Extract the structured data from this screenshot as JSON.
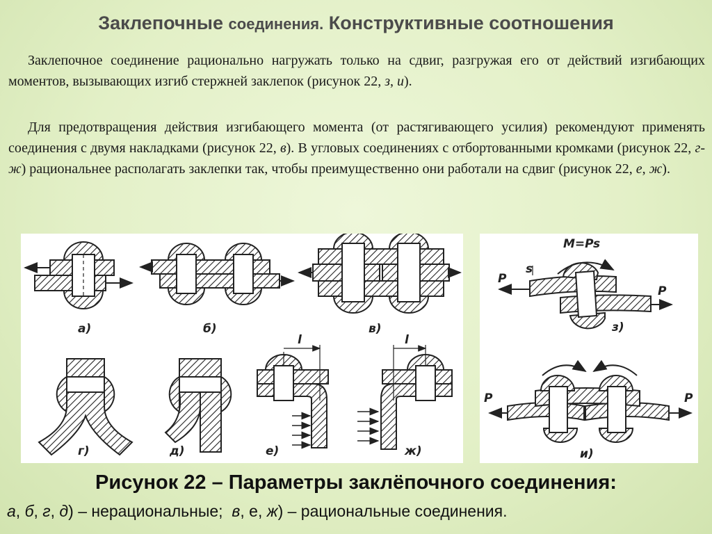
{
  "header": {
    "title_part1": "Заклепочные",
    "title_part2": "соединения.",
    "title_part3": "Конструктивные соотношения"
  },
  "paragraph1": {
    "text_a": "Заклепочное соединение рационально нагружать только на сдвиг, разгружая его от действий изгибающих моментов, вызывающих изгиб стержней заклепок (рисунок 22, ",
    "ref1": "з",
    "sep": ", ",
    "ref2": "и",
    "text_b": ")."
  },
  "paragraph2": {
    "text_a": "Для предотвращения действия изгибающего момента (от растягивающего усилия) рекомендуют применять соединения с двумя накладками (рисунок 22, ",
    "ref1": "в",
    "text_b": "). В угловых соединениях с отбортованными кромками (рисунок 22, ",
    "ref2": "г-ж",
    "text_c": ") рациональнее располагать заклепки так, чтобы преимущественно они работали на сдвиг (рисунок 22, ",
    "ref3": "е",
    "sep": ", ",
    "ref4": "ж",
    "text_d": ")."
  },
  "figure": {
    "labels": {
      "a": "а)",
      "b": "б)",
      "v": "в)",
      "g": "г)",
      "d": "д)",
      "e": "е)",
      "zh": "ж)",
      "z": "з)",
      "i": "и)"
    },
    "dim_l": "l",
    "force_P": "P",
    "moment": "M=Ps",
    "thickness_s": "s"
  },
  "caption": {
    "title": "Рисунок 22",
    "dash": " – ",
    "text": "Параметры заклёпочного соединения:"
  },
  "subcaption": {
    "irr_letters": [
      "а",
      "б",
      "г",
      "д"
    ],
    "irr_text": ") – нерациональные;",
    "rat_letters": [
      "в",
      "е",
      "ж"
    ],
    "rat_text": ") – рациональные соединения."
  }
}
